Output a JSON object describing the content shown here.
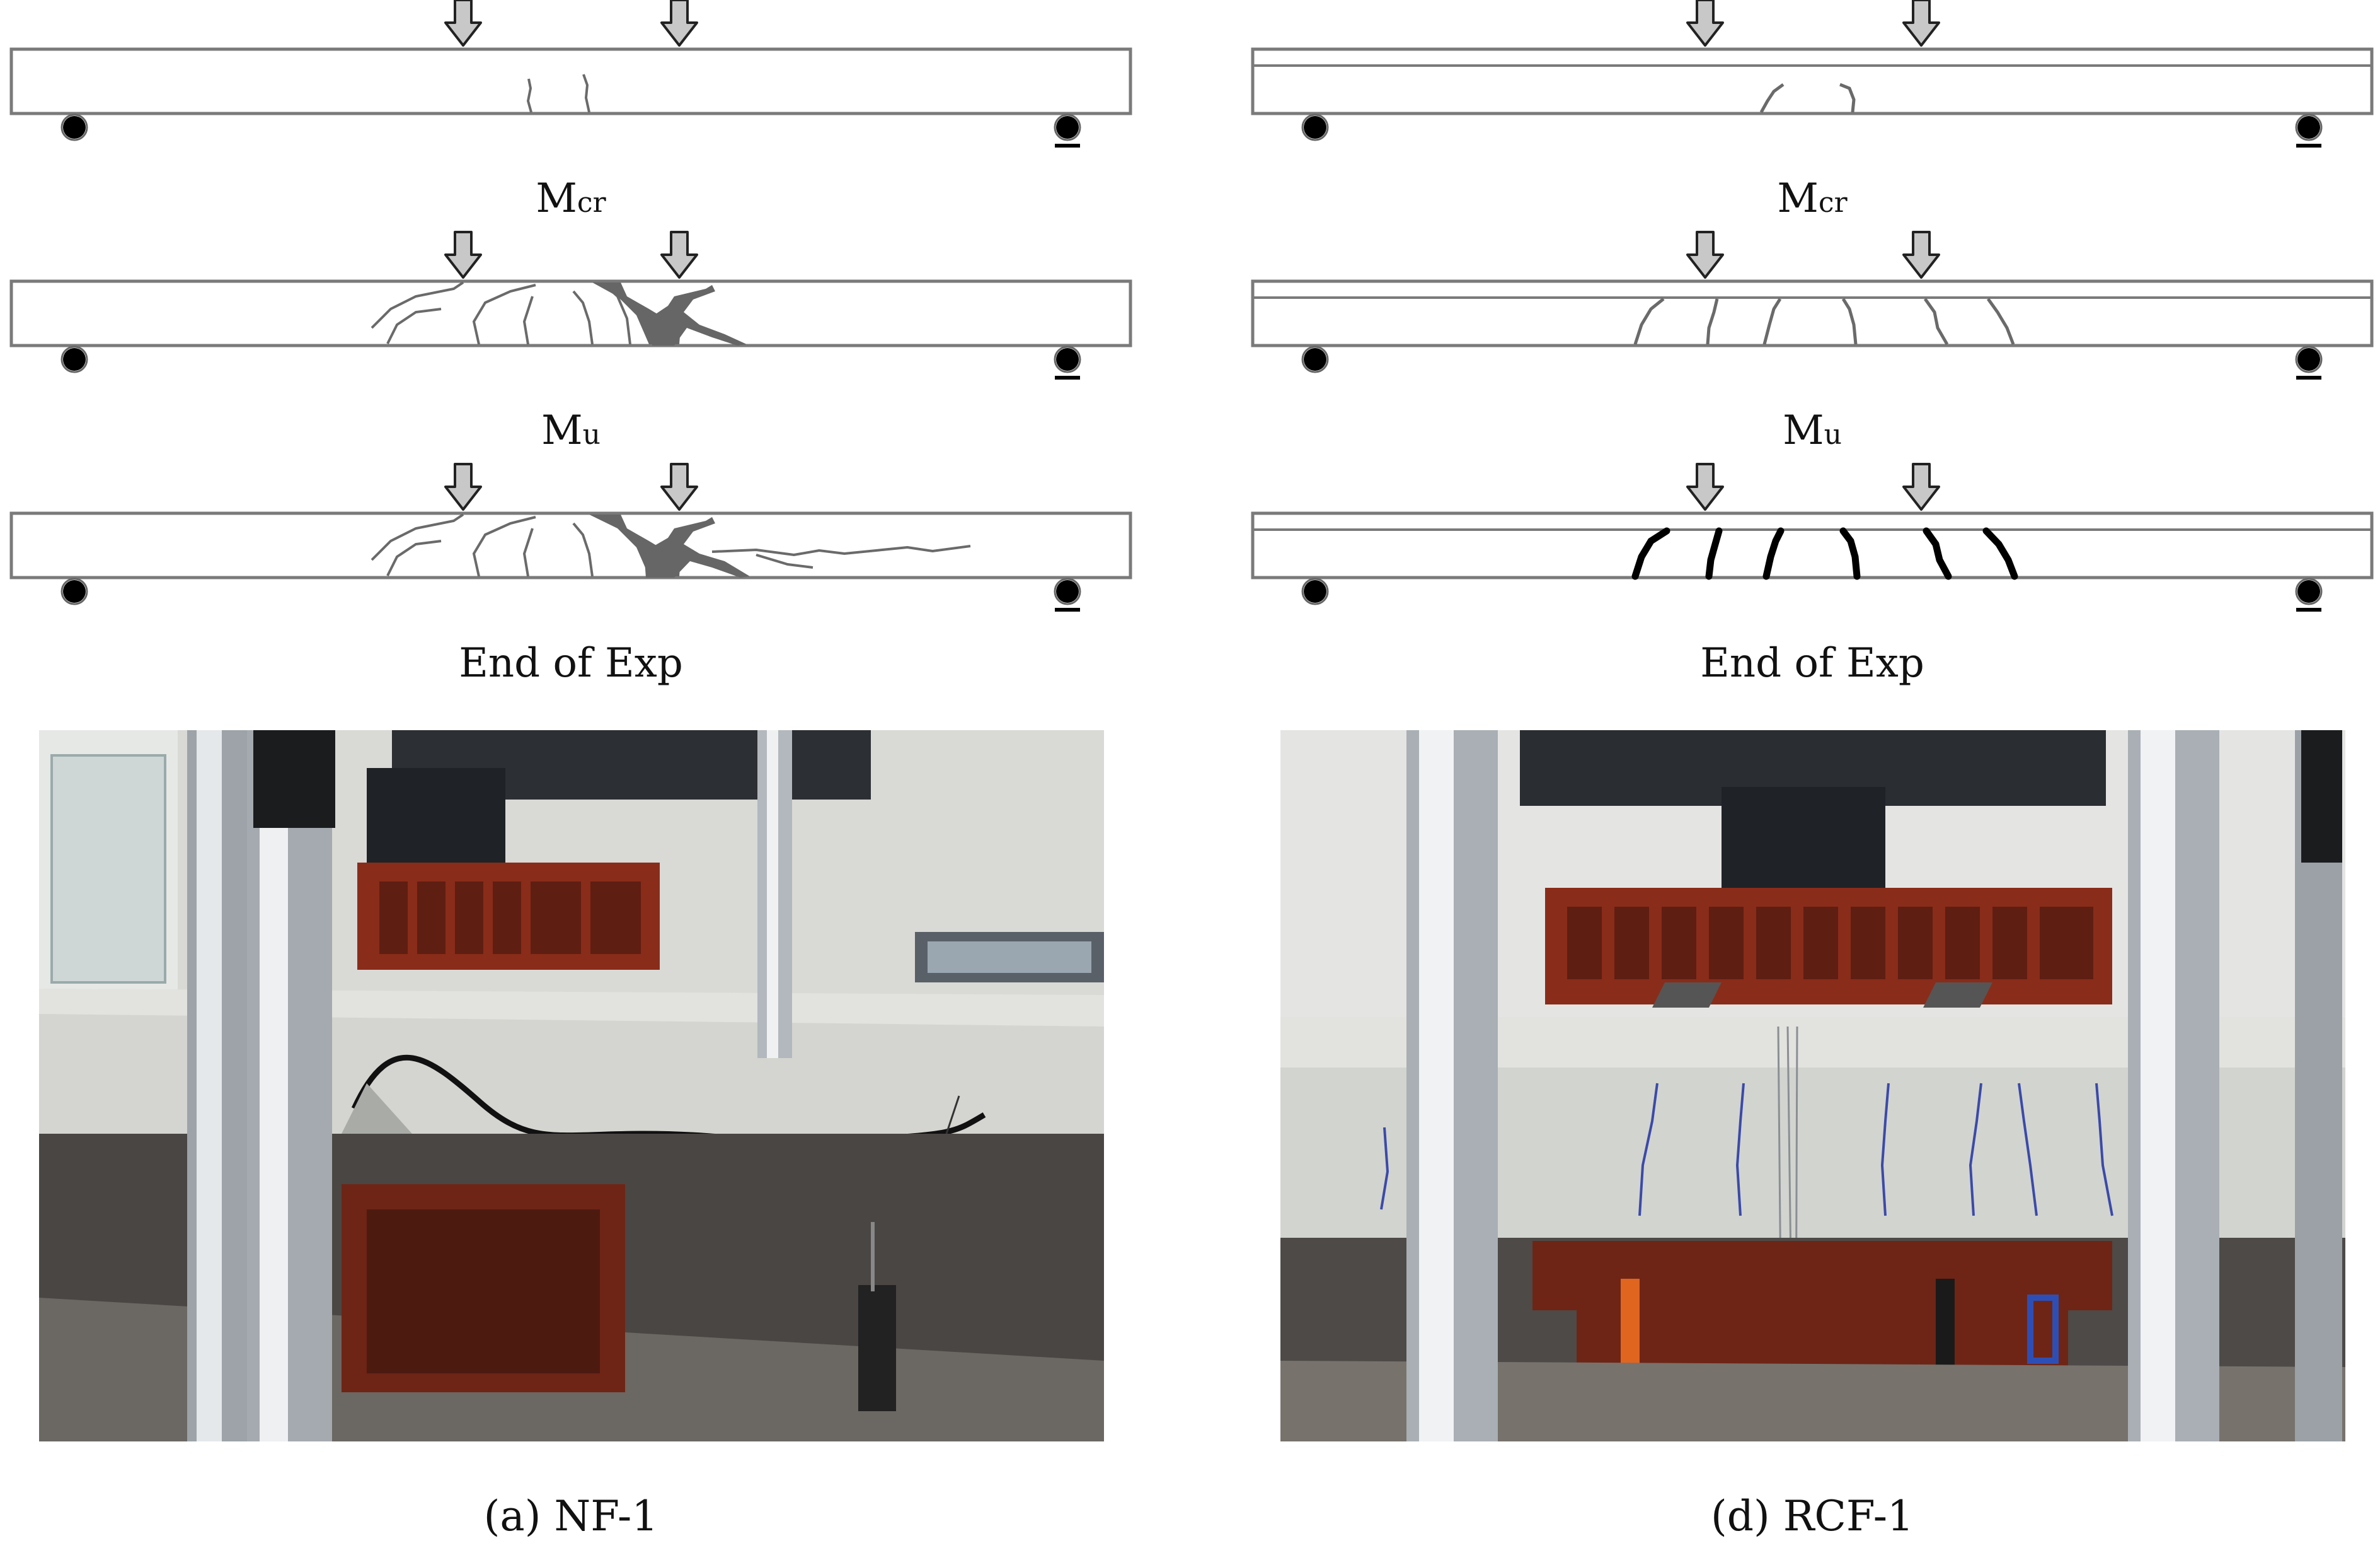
{
  "colors": {
    "beam_outline": "#7a7a7a",
    "crack_light": "#6a6a6a",
    "crack_heavy": "#000000",
    "arrow_fill": "#c8c8c8",
    "support": "#000000",
    "steel_frame_red": "#8a2c1a",
    "concrete": "#d4d5d0",
    "column": "#b7bcc0"
  },
  "columns": [
    {
      "id": "nf1",
      "caption": "(a) NF-1",
      "stages": [
        {
          "main": "M",
          "sub": "cr"
        },
        {
          "main": "M",
          "sub": "u"
        },
        {
          "main": "End of Exp",
          "sub": ""
        }
      ],
      "photo": {
        "icon": "photo-beam-test-nf1"
      }
    },
    {
      "id": "rcf1",
      "caption": "(d) RCF-1",
      "stages": [
        {
          "main": "M",
          "sub": "cr"
        },
        {
          "main": "M",
          "sub": "u"
        },
        {
          "main": "End of Exp",
          "sub": ""
        }
      ],
      "photo": {
        "icon": "photo-beam-test-rcf1"
      }
    }
  ]
}
